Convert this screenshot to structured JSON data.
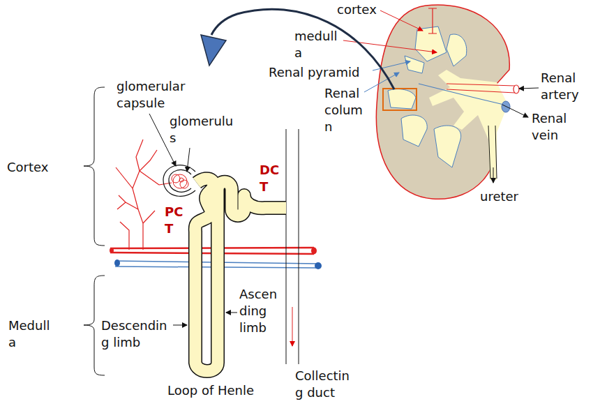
{
  "diagram": {
    "labels": [
      "cortex",
      "medulla",
      "Renal pyramid",
      "Renal artery",
      "Renal column",
      "Renal vein",
      "ureter",
      "glomerular capsule",
      "glomerulus",
      "Cortex",
      "DCT",
      "PCT",
      "Medulla",
      "Descending limb",
      "Ascending limb",
      "Loop of Henle",
      "Collecting duct"
    ]
  }
}
